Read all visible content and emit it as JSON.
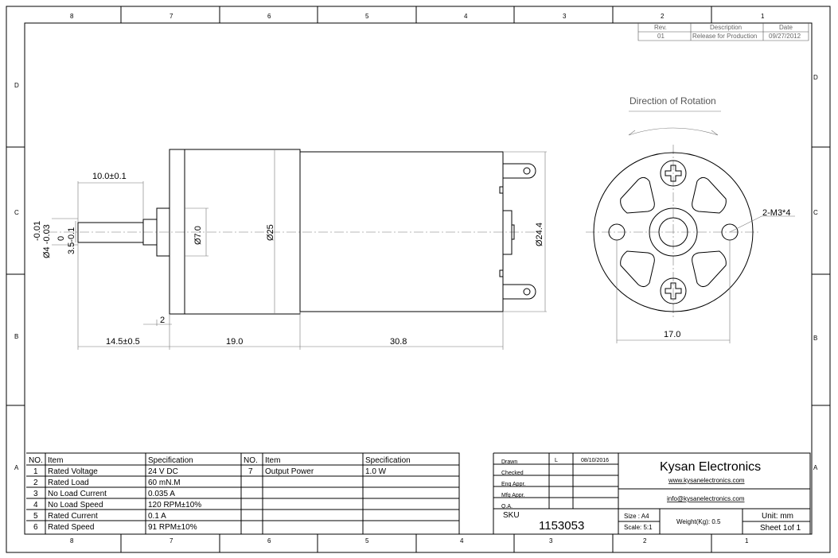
{
  "zones": {
    "cols": [
      "8",
      "7",
      "6",
      "5",
      "4",
      "3",
      "2",
      "1"
    ],
    "bottom_cols": [
      "8",
      "7",
      "6",
      "5",
      "4",
      "3",
      "2",
      "1"
    ],
    "rows": [
      "D",
      "C",
      "B",
      "A"
    ]
  },
  "revision": {
    "headers": [
      "Rev.",
      "Description",
      "Date"
    ],
    "row": [
      "01",
      "Release for Production",
      "09/27/2012"
    ]
  },
  "drawing": {
    "rotation_label": "Direction of Rotation",
    "dims": {
      "shaft_len": "10.0±0.1",
      "tol_upper": "-0.01",
      "tol_lower": "Ø4 -0.03",
      "flat_0": "0",
      "flat_val": "3.5-0.1",
      "hub": "Ø7.0",
      "body": "Ø25",
      "motor": "Ø24.4",
      "gap": "2",
      "d1": "14.5±0.5",
      "d2": "19.0",
      "d3": "30.8",
      "holes": "2-M3*4",
      "pitch": "17.0"
    }
  },
  "specs": {
    "headers": [
      "NO.",
      "Item",
      "Specification",
      "NO.",
      "Item",
      "Specification"
    ],
    "rows": [
      [
        "1",
        "Rated Voltage",
        "24 V DC",
        "7",
        "Output Power",
        "1.0 W"
      ],
      [
        "2",
        "Rated Load",
        "60 mN.M",
        "",
        "",
        ""
      ],
      [
        "3",
        "No Load Current",
        "0.035 A",
        "",
        "",
        ""
      ],
      [
        "4",
        "No Load Speed",
        "120 RPM±10%",
        "",
        "",
        ""
      ],
      [
        "5",
        "Rated Current",
        "0.1 A",
        "",
        "",
        ""
      ],
      [
        "6",
        "Rated Speed",
        "91 RPM±10%",
        "",
        "",
        ""
      ]
    ]
  },
  "title_block": {
    "approvals": [
      [
        "Drawn",
        "L",
        "08/10/2016"
      ],
      [
        "Checked",
        "",
        ""
      ],
      [
        "Eng Appr.",
        "",
        ""
      ],
      [
        "Mfg Appr.",
        "",
        ""
      ],
      [
        "Q.A.",
        "",
        ""
      ]
    ],
    "company": "Kysan Electronics",
    "website": "www.kysanelectronics.com",
    "email": "info@kysanelectronics.com",
    "sku_label": "SKU",
    "sku": "1153053",
    "size": "Size : A4",
    "scale": "Scale: 5:1",
    "weight": "Weight(Kg):  0.5",
    "unit": "Unit: mm",
    "sheet": "Sheet 1of 1"
  }
}
